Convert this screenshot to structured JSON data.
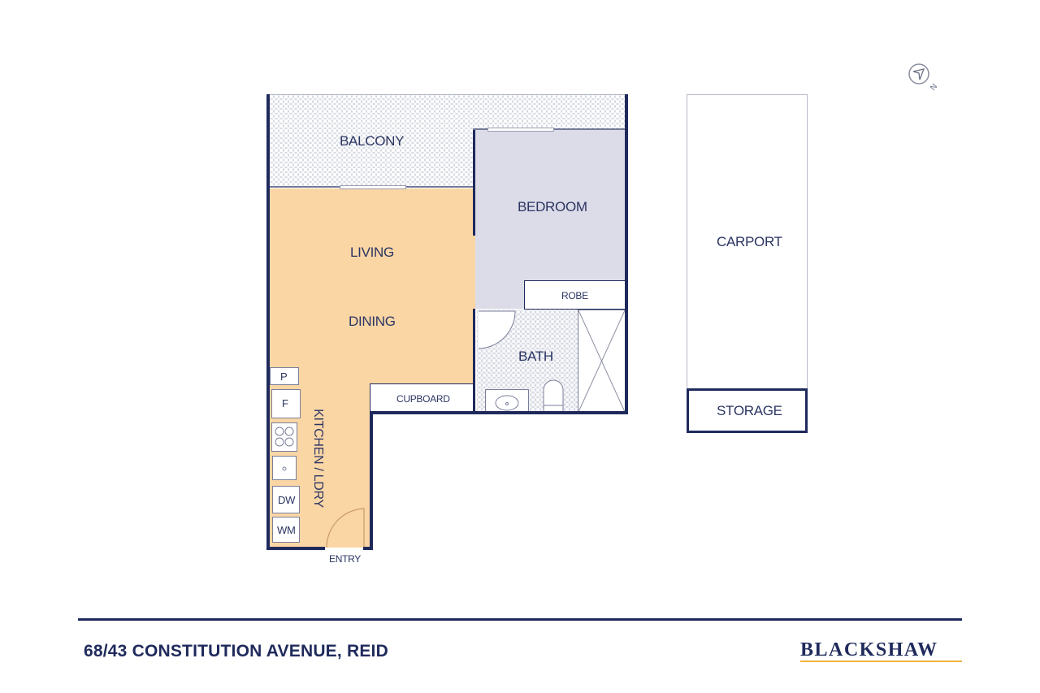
{
  "floorplan": {
    "rooms": {
      "balcony": "BALCONY",
      "bedroom": "BEDROOM",
      "living": "LIVING",
      "dining": "DINING",
      "robe": "ROBE",
      "bath": "BATH",
      "cupboard": "CUPBOARD",
      "kitchen": "KITCHEN / LDRY",
      "entry": "ENTRY",
      "carport": "CARPORT",
      "storage": "STORAGE"
    },
    "fixtures": {
      "pantry": "P",
      "fridge": "F",
      "dishwasher": "DW",
      "washing_machine": "WM"
    },
    "compass": {
      "label": "N",
      "icon": "north-arrow-icon"
    },
    "colors": {
      "wall": "#1f2a5c",
      "living": "#fad6a5",
      "bedroom": "#dcdce8",
      "text": "#2b3563",
      "accent": "#f0b23c"
    }
  },
  "footer": {
    "address": "68/43 CONSTITUTION AVENUE, REID",
    "brand": "BLACKSHAW"
  }
}
